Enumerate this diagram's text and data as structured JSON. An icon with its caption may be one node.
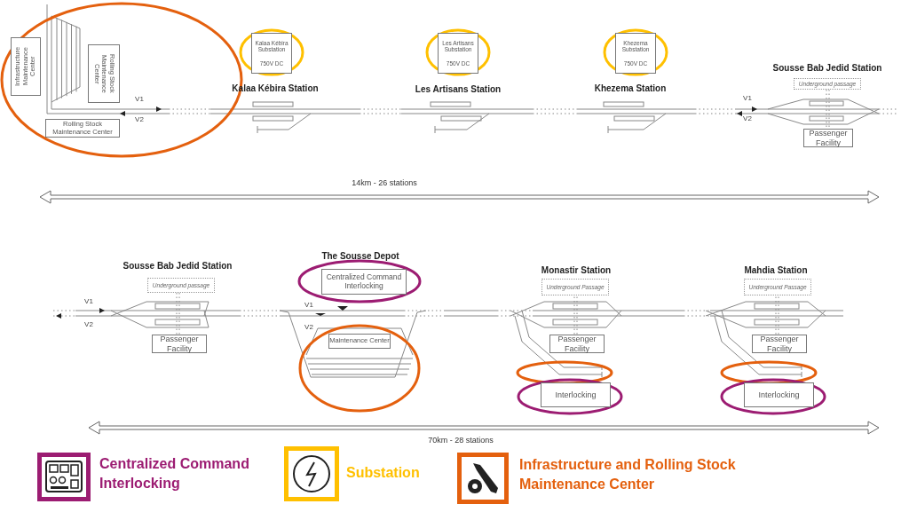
{
  "diagram": {
    "nodes": [
      {
        "text": [
          "Infrastructure Maintenance Center"
        ]
      },
      {
        "text": [
          "Rolling Stock Maintenance Center"
        ]
      },
      {
        "text": [
          "Rolling Stock Maintenance Center"
        ]
      },
      {
        "text": [
          "Kalaa Kébira Substation",
          "750V DC"
        ]
      },
      {
        "text": [
          "Les Artisans Substation",
          "750V DC"
        ]
      },
      {
        "text": [
          "Khezema Substation",
          "750V DC"
        ]
      },
      {
        "text": [
          "Underground passage"
        ]
      },
      {
        "text": [
          "Passenger Facility"
        ]
      },
      {
        "text": [
          "Underground passage"
        ]
      },
      {
        "text": [
          "Passenger Facility"
        ]
      },
      {
        "text": [
          "Centralized Command Interlocking"
        ]
      },
      {
        "text": [
          "Maintenance Center"
        ]
      },
      {
        "text": [
          "Underground Passage"
        ]
      },
      {
        "text": [
          "Passenger Facility"
        ]
      },
      {
        "text": [
          "Interlocking"
        ]
      },
      {
        "text": [
          "Underground Passage"
        ]
      },
      {
        "text": [
          "Passenger Facility"
        ]
      },
      {
        "text": [
          "Interlocking"
        ]
      }
    ],
    "edges": [],
    "labels": [
      "Kalaa Kébira Station",
      "Les Artisans Station",
      "Khezema Station",
      "Sousse Bab Jedid Station",
      "V1",
      "V2",
      "V1",
      "V2",
      "14km - 26 stations",
      "Sousse Bab Jedid Station",
      "The Sousse Depot",
      "Monastir Station",
      "Mahdia Station",
      "V1",
      "V2",
      "V1",
      "V2",
      "70km - 28 stations"
    ],
    "legend": [
      {
        "text": "Centralized Command Interlocking",
        "color": "#9c1c72"
      },
      {
        "text": "Substation",
        "color": "#ffc000"
      },
      {
        "text": "Infrastructure and Rolling Stock Maintenance Center",
        "color": "#e4600e"
      }
    ]
  }
}
